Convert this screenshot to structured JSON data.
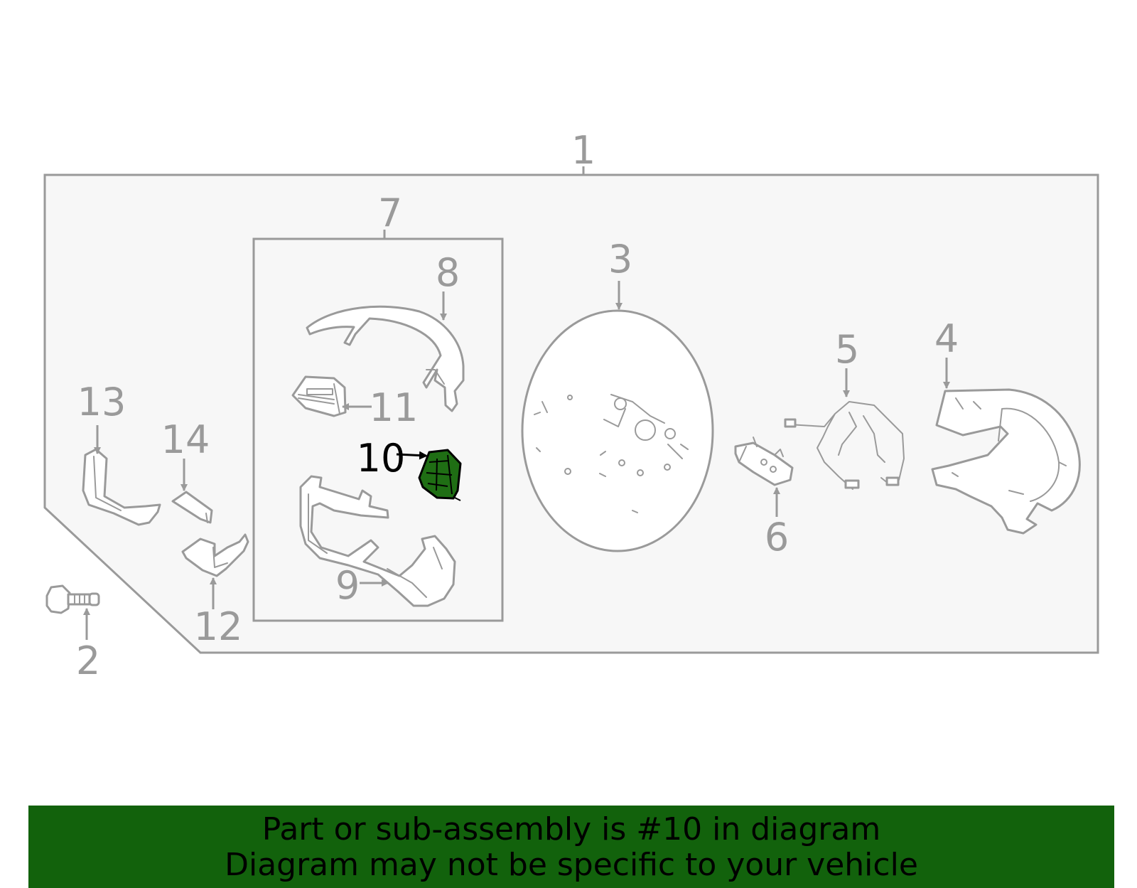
{
  "callouts": {
    "c1": "1",
    "c2": "2",
    "c3": "3",
    "c4": "4",
    "c5": "5",
    "c6": "6",
    "c7": "7",
    "c8": "8",
    "c9": "9",
    "c10": "10",
    "c11": "11",
    "c12": "12",
    "c13": "13",
    "c14": "14"
  },
  "highlighted_part": "10",
  "colors": {
    "line": "#9a9a9a",
    "assembly_fill": "#f7f7f7",
    "highlight_fill": "#1f6e14",
    "banner_bg": "#12620c"
  },
  "banner": {
    "line1": "Part or sub-assembly is #10 in diagram",
    "line2": "Diagram may not be specific to your vehicle"
  }
}
